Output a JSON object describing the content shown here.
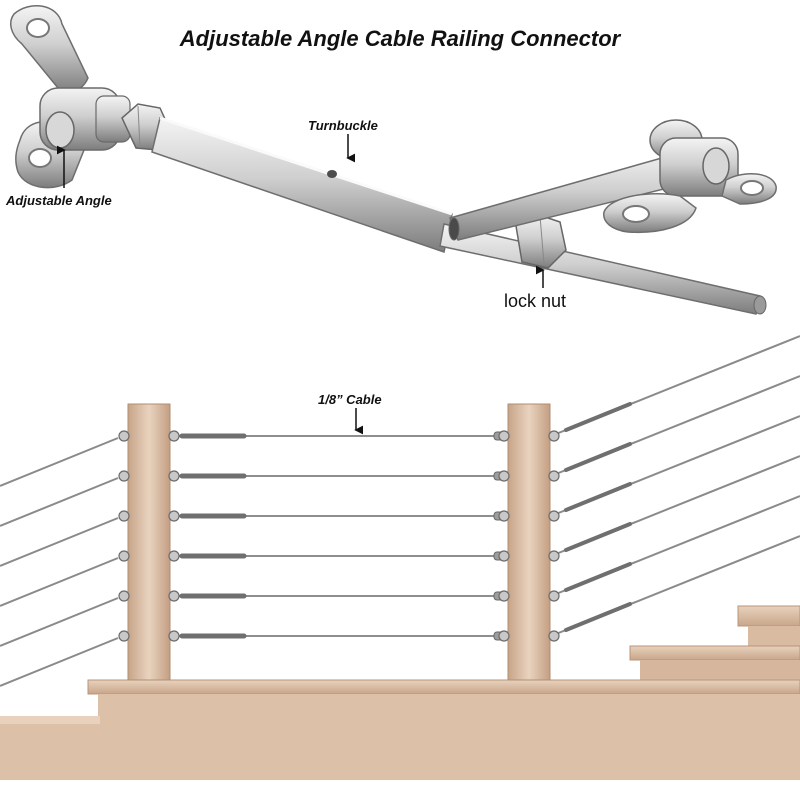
{
  "title": "Adjustable Angle Cable Railing Connector",
  "labels": {
    "turnbuckle": "Turnbuckle",
    "adjustable_angle": "Adjustable Angle",
    "lock_nut": "lock nut",
    "cable": "1/8” Cable"
  },
  "colors": {
    "steel_light": "#e8e8e8",
    "steel_mid": "#b9b9b9",
    "steel_dark": "#7c7c7c",
    "wood_light": "#e6cdb7",
    "wood_dark": "#c9a88b",
    "cable": "#8a8a8a"
  }
}
